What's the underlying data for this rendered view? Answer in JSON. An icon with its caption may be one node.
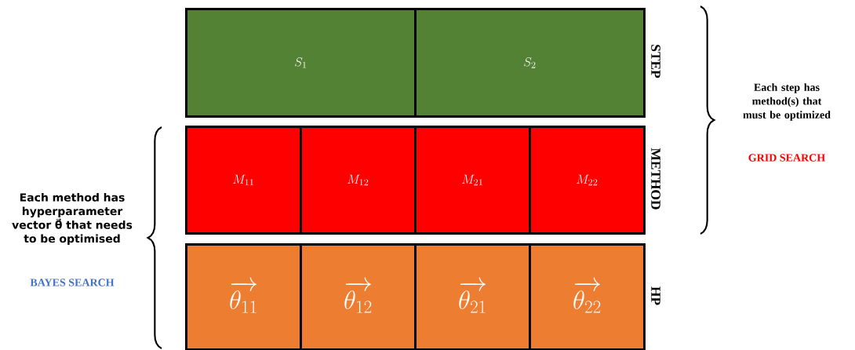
{
  "diagram": {
    "nodes": [
      {
        "text": [
          "S_1"
        ]
      },
      {
        "text": [
          "S_2"
        ]
      },
      {
        "text": [
          "M_{11}"
        ]
      },
      {
        "text": [
          "M_{12}"
        ]
      },
      {
        "text": [
          "M_{21}"
        ]
      },
      {
        "text": [
          "M_{22}"
        ]
      },
      {
        "text": [
          "\\overrightarrow{\\theta_{11}}"
        ]
      },
      {
        "text": [
          "\\overrightarrow{\\theta_{12}}"
        ]
      },
      {
        "text": [
          "\\overrightarrow{\\theta_{21}}"
        ]
      },
      {
        "text": [
          "\\overrightarrow{\\theta_{22}}"
        ]
      }
    ],
    "labels": [
      "STEP",
      "Each step has method(s) that must be optimized",
      "METHOD",
      "GRID SEARCH",
      "Each method has hyperparameter vector θ⃗ that needs to be optimised",
      "BAYES SEARCH",
      "HP"
    ]
  }
}
